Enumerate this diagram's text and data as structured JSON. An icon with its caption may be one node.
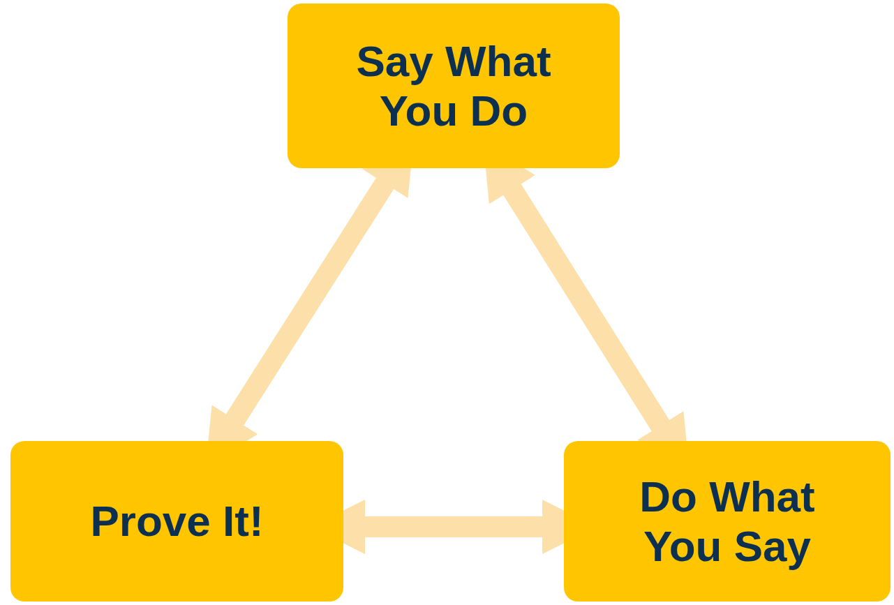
{
  "diagram": {
    "nodes": [
      {
        "text": [
          "Say What You Do"
        ]
      },
      {
        "text": [
          "Prove It!"
        ]
      },
      {
        "text": [
          "Do What You Say"
        ]
      }
    ],
    "edges": [
      {
        "from": 0,
        "to": 1,
        "arrow": "both"
      },
      {
        "from": 0,
        "to": 2,
        "arrow": "both"
      },
      {
        "from": 1,
        "to": 2,
        "arrow": "both"
      }
    ]
  }
}
